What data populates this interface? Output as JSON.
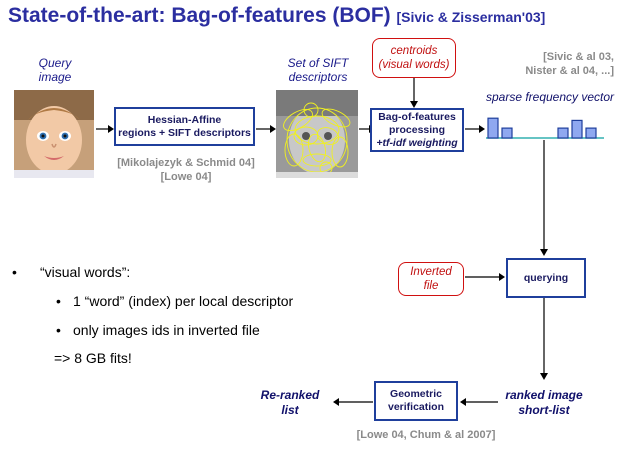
{
  "title": {
    "main": "State-of-the-art: Bag-of-features (BOF)",
    "ref": "[Sivic & Zisserman'03]"
  },
  "query_label": [
    "Query",
    "image"
  ],
  "sift_label": [
    "Set of SIFT",
    "descriptors"
  ],
  "box_hessian": [
    "Hessian-Affine",
    "regions + SIFT descriptors"
  ],
  "box_bof": [
    "Bag-of-features",
    "processing",
    "+tf-idf weighting"
  ],
  "centroids": [
    "centroids",
    "(visual words)"
  ],
  "ref_sivic": [
    "[Sivic & al 03,",
    "Nister & al 04, ...]"
  ],
  "sparse_label": "sparse frequency vector",
  "ref_miko": [
    "[Mikolajezyk & Schmid 04]",
    "[Lowe 04]"
  ],
  "inverted": [
    "Inverted",
    "file"
  ],
  "box_querying": "querying",
  "bullets": {
    "b1": "“visual words”:",
    "s1": "1 “word” (index) per local descriptor",
    "s2": "only images ids in inverted file",
    "s3": "=>  8 GB fits!"
  },
  "reranked": [
    "Re-ranked",
    "list"
  ],
  "box_geom": [
    "Geometric",
    "verification"
  ],
  "ranked_short": [
    "ranked image",
    "short-list"
  ],
  "ref_lowe": "[Lowe 04, Chum & al 2007]",
  "freq_vector": [
    0.9,
    0.45,
    0,
    0,
    0,
    0.45,
    0.8,
    0.45
  ],
  "colors": {
    "title": "#2b2ea0",
    "box_border": "#1f3f9c",
    "red": "#d01010",
    "grey_ref": "#8a8a8a",
    "bar_fill": "#8fa8f0",
    "baseline": "#33b0b0"
  }
}
